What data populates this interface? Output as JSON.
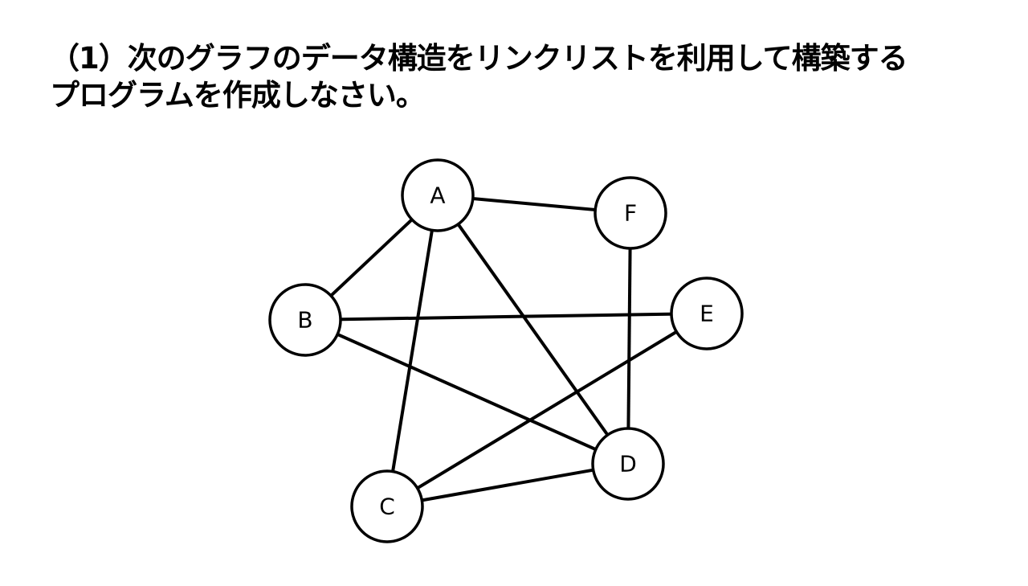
{
  "title": {
    "line1": "（1）次のグラフのデータ構造をリンクリストを利用して構築する",
    "line2": "プログラムを作成しなさい。"
  },
  "graph": {
    "nodes": [
      "A",
      "B",
      "C",
      "D",
      "E",
      "F"
    ],
    "edges": [
      [
        "A",
        "F"
      ],
      [
        "A",
        "B"
      ],
      [
        "A",
        "C"
      ],
      [
        "A",
        "D"
      ],
      [
        "B",
        "E"
      ],
      [
        "B",
        "D"
      ],
      [
        "F",
        "D"
      ],
      [
        "E",
        "C"
      ],
      [
        "C",
        "D"
      ]
    ]
  }
}
